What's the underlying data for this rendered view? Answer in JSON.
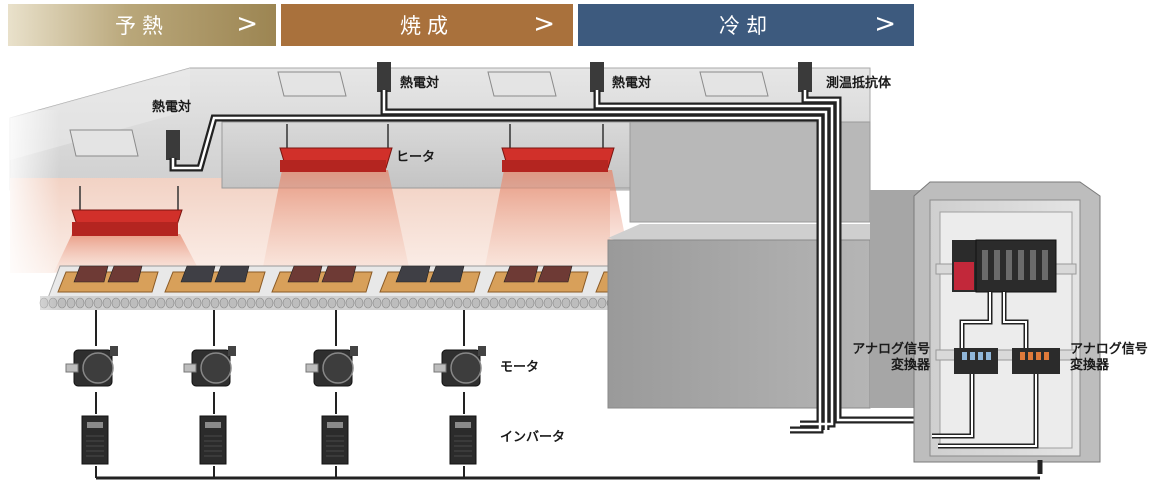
{
  "stages": [
    {
      "id": "preheat",
      "label": "予熱",
      "arrow": ">",
      "color": "#9c8552"
    },
    {
      "id": "firing",
      "label": "焼成",
      "arrow": ">",
      "color": "#a9713c"
    },
    {
      "id": "cooling",
      "label": "冷却",
      "arrow": ">",
      "color": "#3d5a7e"
    }
  ],
  "labels": {
    "thermocouple_left": "熱電対",
    "thermocouple_1": "熱電対",
    "thermocouple_2": "熱電対",
    "rtd": "測温抵抗体",
    "heater": "ヒータ",
    "motor": "モータ",
    "inverter": "インバータ",
    "analog_converter_left_line1": "アナログ信号",
    "analog_converter_left_line2": "変換器",
    "analog_converter_right_line1": "アナログ信号",
    "analog_converter_right_line2": "変換器"
  },
  "colors": {
    "heater": "#d1302a",
    "furnace": "#c8c8c8",
    "cabinet": "#d4d4d4"
  }
}
